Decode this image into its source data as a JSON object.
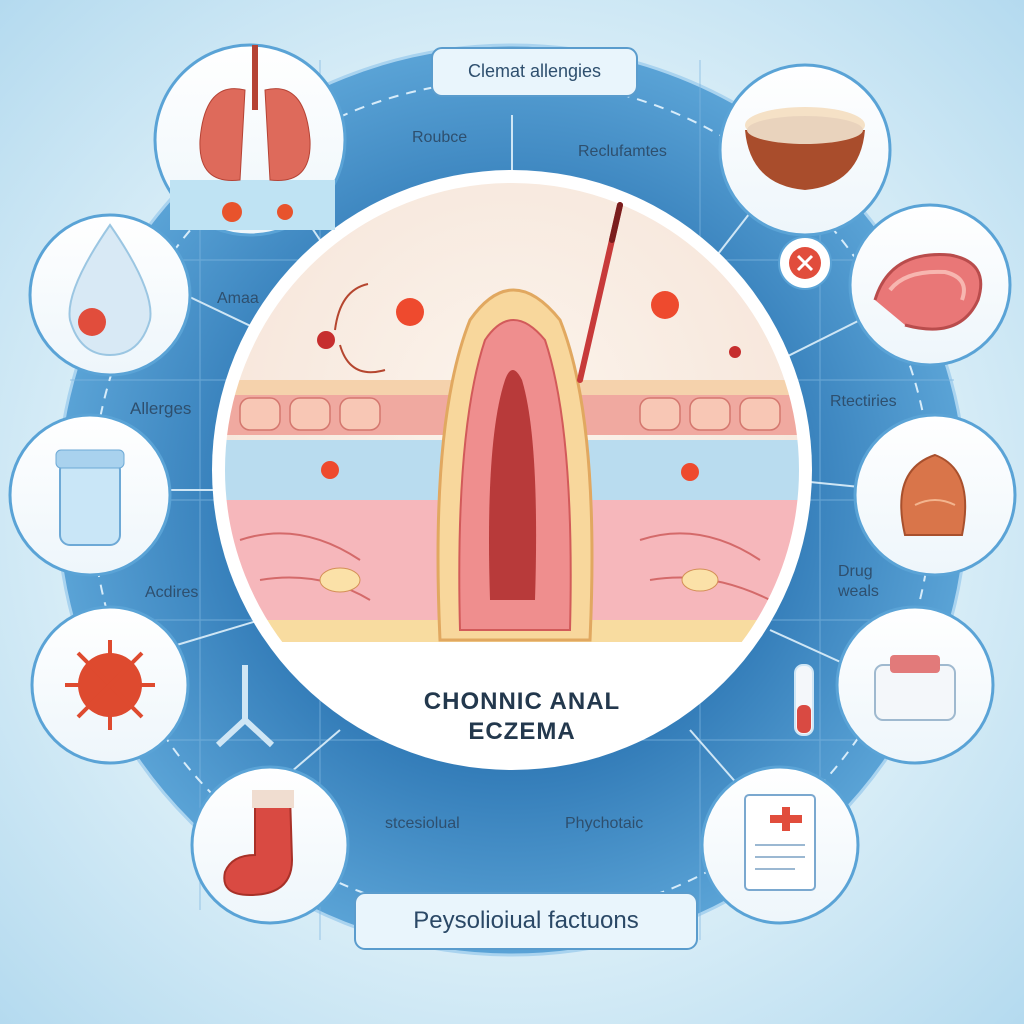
{
  "diagram": {
    "title_line1": "CHONNIC ANAL",
    "title_line2": "ECZEMA",
    "top_box": "Clemat allengies",
    "bottom_box": "Peysolioiual factuons",
    "labels": {
      "roubce": "Roubce",
      "reclufamtes": "Reclufamtes",
      "amaa": "Amaa",
      "allerges": "Allerges",
      "rtectiries": "Rtectiries",
      "acdires": "Acdires",
      "drug": "Drug",
      "weals": "weals",
      "stcesiolual": "stcesiolual",
      "phychotaic": "Phychotaic"
    },
    "icons": [
      "lungs-icon",
      "bowl-icon",
      "droplet-icon",
      "intestine-icon",
      "cream-jar-icon",
      "tissue-icon",
      "virus-icon",
      "pad-icon",
      "sock-icon",
      "medical-document-icon",
      "pin-icon",
      "y-connector-icon",
      "test-tube-icon",
      "small-badge-icon",
      "scalpel-icon"
    ],
    "colors": {
      "ring": "#3f87c2",
      "background": "#d4ebf6",
      "skin": "#f6c9b6",
      "inflamed": "#d94a3d",
      "frame": "#cfe6f5"
    }
  }
}
